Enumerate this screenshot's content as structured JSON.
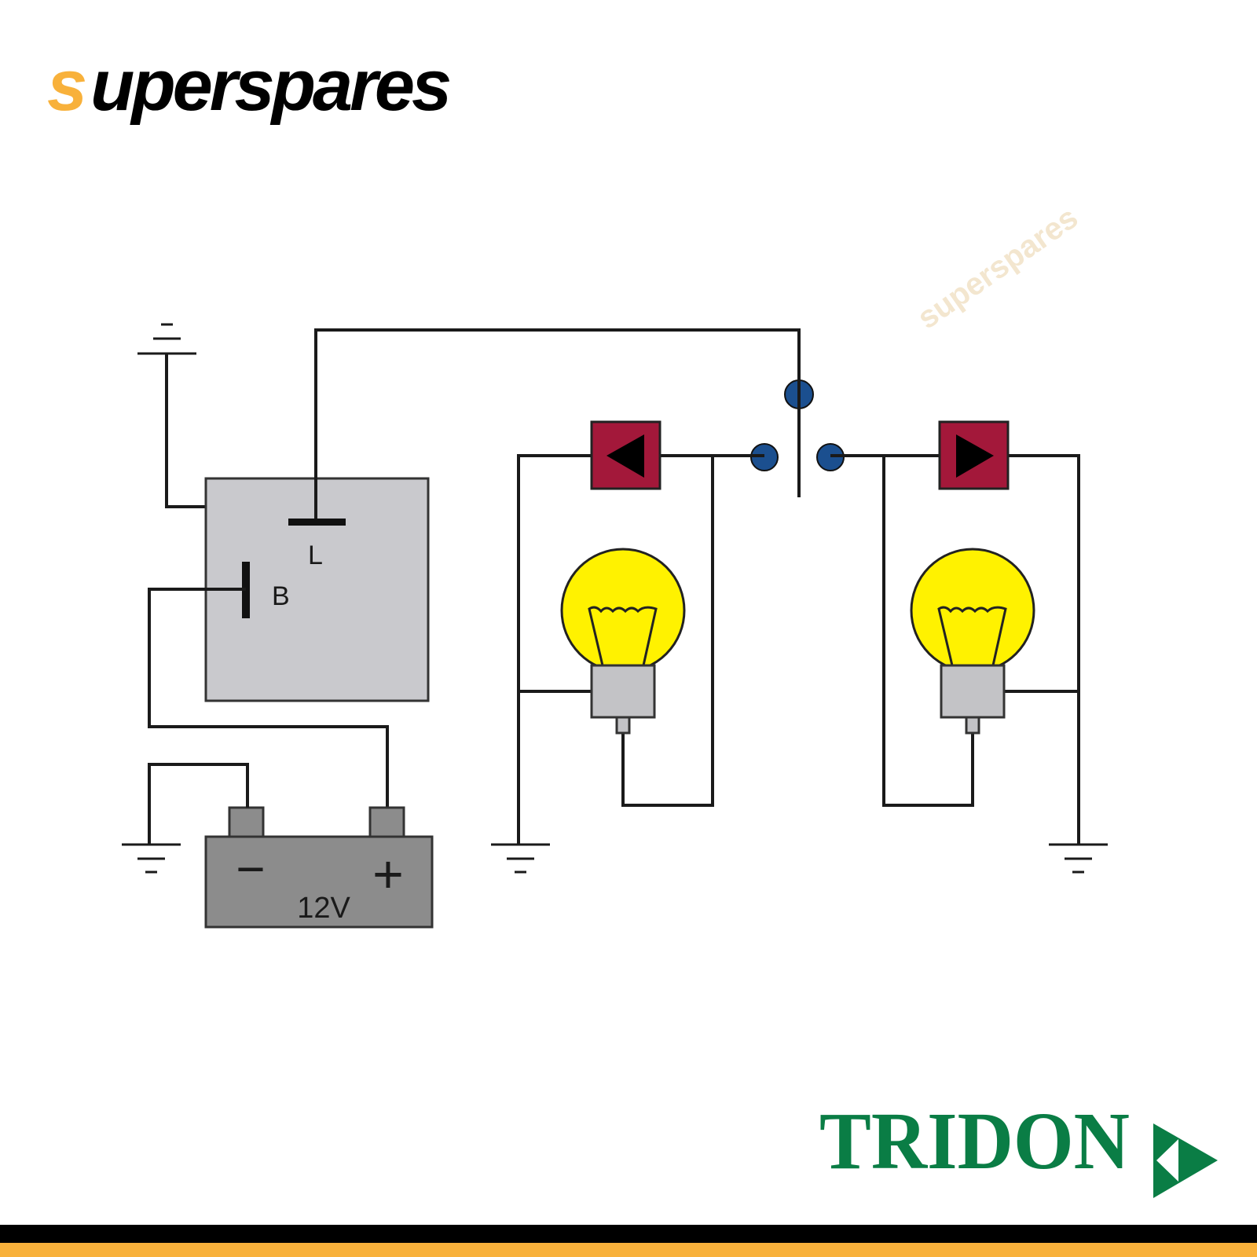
{
  "brand": {
    "logo_text": "superspares",
    "logo_accent_letter": "s",
    "logo_rest": "uperspares"
  },
  "watermark": {
    "text": "superspares"
  },
  "diagram": {
    "flasher": {
      "terminal_l": "L",
      "terminal_b": "B"
    },
    "battery": {
      "minus": "−",
      "plus": "+",
      "voltage": "12V"
    }
  },
  "manufacturer": {
    "logo_text": "TRIDON"
  },
  "colors": {
    "accent_orange": "#f8b13b",
    "tridon_green": "#0a7d45",
    "indicator_red": "#a3183a",
    "bulb_yellow": "#fff200",
    "switch_blue": "#1b4f8f"
  }
}
